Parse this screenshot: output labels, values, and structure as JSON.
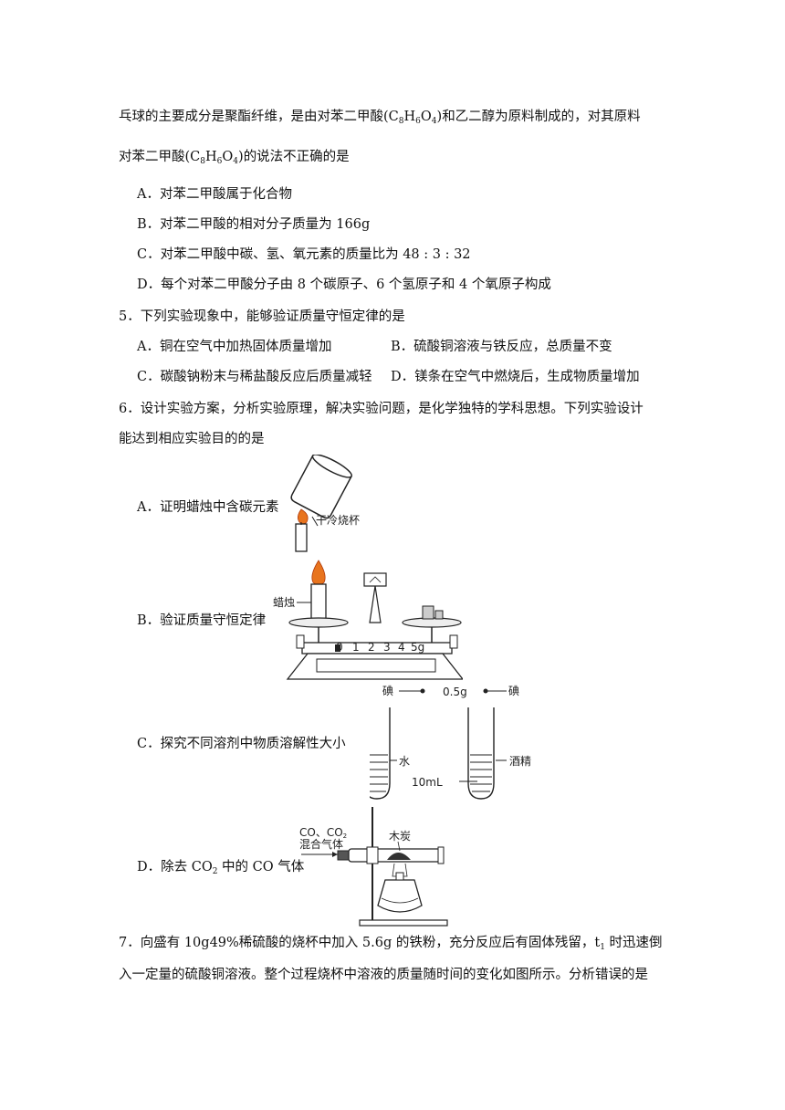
{
  "q4": {
    "line1_a": "乓球的主要成分是聚酯纤维，是由对苯二甲酸",
    "formula": "C8H6O4",
    "line1_b": "和乙二醇为原料制成的，对其原料",
    "line2_a": "对苯二甲酸",
    "line2_b": "的说法不正确的是",
    "options": [
      "A．对苯二甲酸属于化合物",
      "B．对苯二甲酸的相对分子质量为 166g",
      "C．对苯二甲酸中碳、氢、氧元素的质量比为 48 : 3 : 32",
      "D．每个对苯二甲酸分子由 8 个碳原子、6 个氢原子和 4 个氧原子构成"
    ]
  },
  "q5": {
    "stem": "5．下列实验现象中，能够验证质量守恒定律的是",
    "options": [
      "A．铜在空气中加热固体质量增加",
      "B．硫酸铜溶液与铁反应，总质量不变",
      "C．碳酸钠粉末与稀盐酸反应后质量减轻",
      "D．镁条在空气中燃烧后，生成物质量增加"
    ]
  },
  "q6": {
    "stem1": "6．设计实验方案，分析实验原理，解决实验问题，是化学独特的学科思想。下列实验设计",
    "stem2": "能达到相应实验目的的是",
    "option_a": "A．证明蜡烛中含碳元素",
    "option_b": "B．验证质量守恒定律",
    "option_c": "C．探究不同溶剂中物质溶解性大小",
    "option_d_a": "D．除去 CO",
    "option_d_b": " 中的 CO 气体",
    "fig_a": {
      "beaker_label": "干冷烧杯"
    },
    "fig_b": {
      "candle_label": "蜡烛",
      "scale_ticks": [
        "0",
        "1",
        "2",
        "3",
        "4",
        "5g"
      ]
    },
    "fig_c": {
      "iodine_left": "碘",
      "iodine_right": "碘",
      "mass": "0.5g",
      "water": "水",
      "volume": "10mL",
      "alcohol": "酒精"
    },
    "fig_d": {
      "gas_line1": "CO、CO",
      "gas_line2": "混合气体",
      "charcoal": "木炭"
    }
  },
  "q7": {
    "line1_a": "7．向盛有 10g49%稀硫酸的烧杯中加入 5.6g 的铁粉，充分反应后有固体残留，t",
    "line1_b": " 时迅速倒",
    "line2": "入一定量的硫酸铜溶液。整个过程烧杯中溶液的质量随时间的变化如图所示。分析错误的是"
  }
}
